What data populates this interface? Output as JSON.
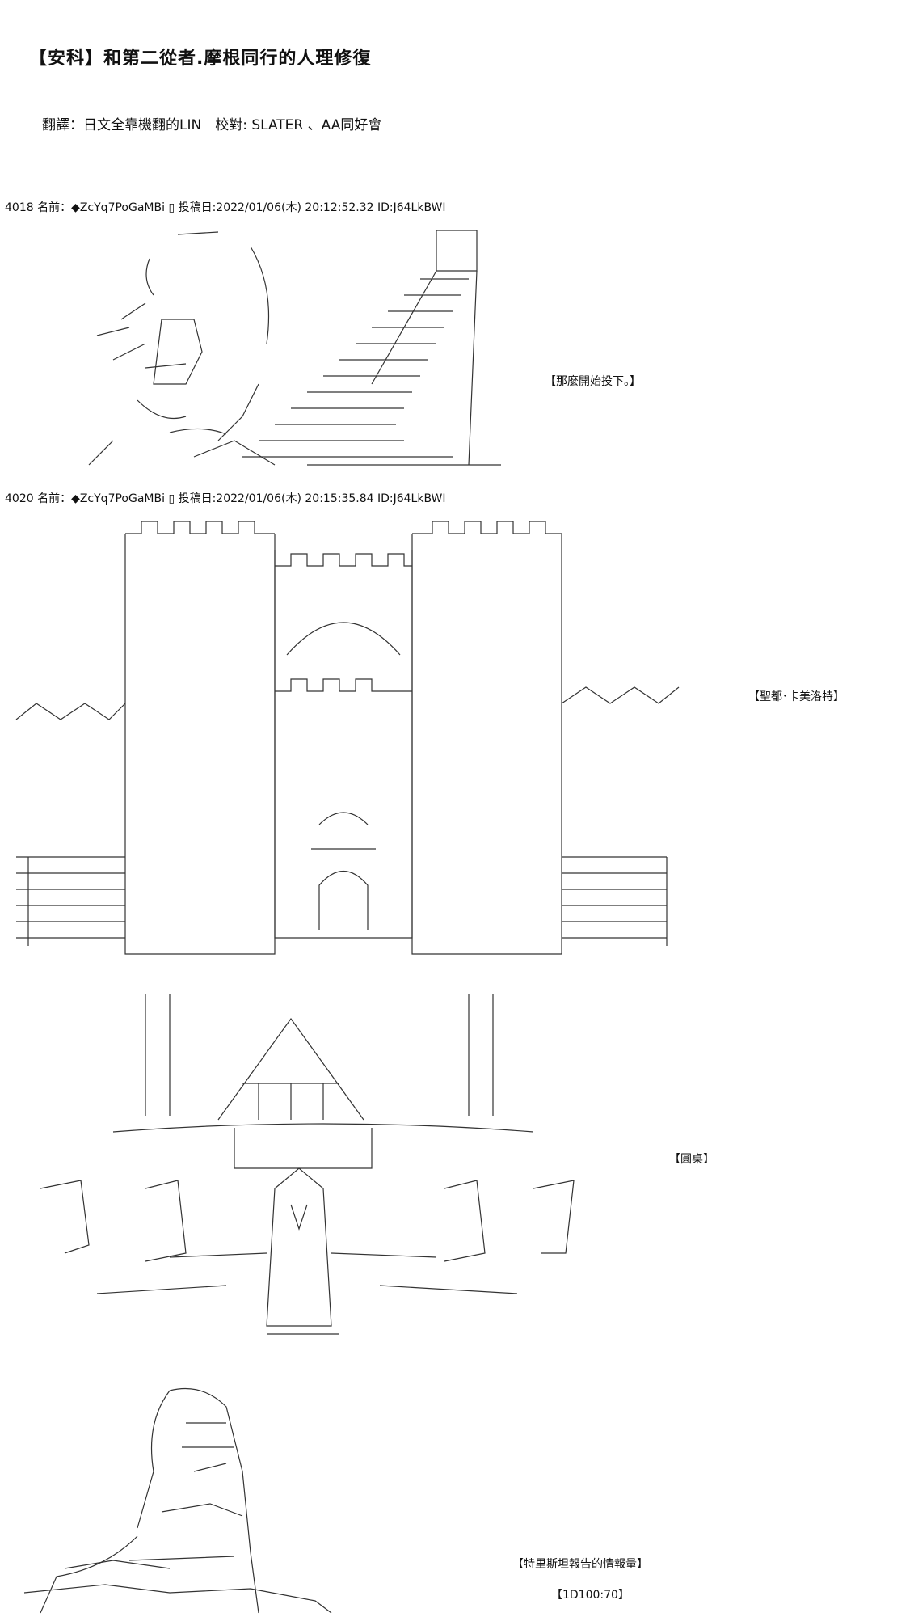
{
  "title": "【安科】和第二從者.摩根同行的人理修復",
  "credits": "翻譯：日文全靠機翻的LIN　校對: SLATER 、AA同好會",
  "posts": [
    {
      "header": "4018 名前：◆ZcYq7PoGaMBi ▯ 投稿日:2022/01/06(木) 20:12:52.32 ID:J64LkBWI"
    },
    {
      "header": "4020 名前：◆ZcYq7PoGaMBi ▯ 投稿日:2022/01/06(木) 20:15:35.84 ID:J64LkBWI"
    }
  ],
  "captions": {
    "start": "【那麼開始投下。】",
    "camelot": "【聖都･卡美洛特】",
    "round_table": "【圓桌】",
    "report": "【特里斯坦報告的情報量】",
    "dice": "【1D100:70】"
  }
}
